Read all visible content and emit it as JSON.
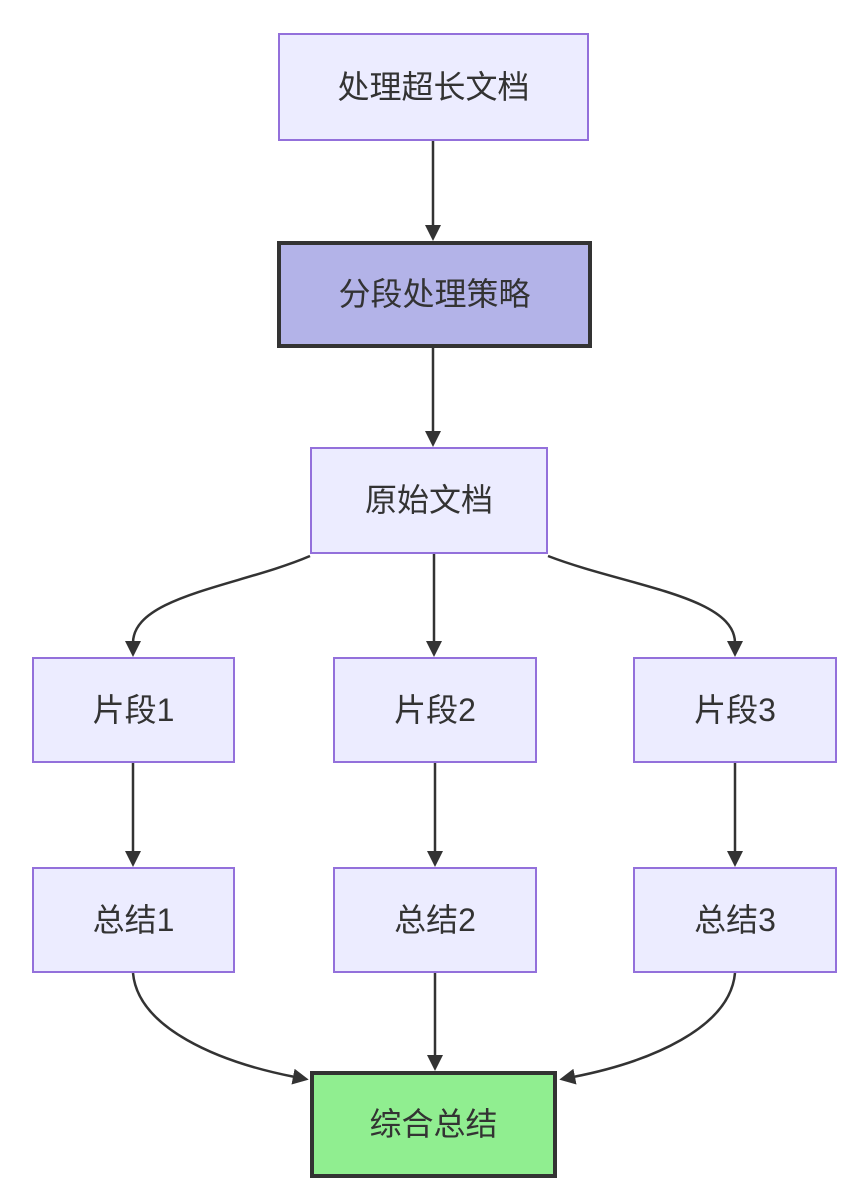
{
  "diagram": {
    "type": "flowchart",
    "direction": "top-down",
    "nodes": [
      {
        "id": "start",
        "label": "处理超长文档",
        "kind": "default"
      },
      {
        "id": "strategy",
        "label": "分段处理策略",
        "kind": "emphasis-purple"
      },
      {
        "id": "doc",
        "label": "原始文档",
        "kind": "default"
      },
      {
        "id": "frag1",
        "label": "片段1",
        "kind": "default"
      },
      {
        "id": "frag2",
        "label": "片段2",
        "kind": "default"
      },
      {
        "id": "frag3",
        "label": "片段3",
        "kind": "default"
      },
      {
        "id": "sum1",
        "label": "总结1",
        "kind": "default"
      },
      {
        "id": "sum2",
        "label": "总结2",
        "kind": "default"
      },
      {
        "id": "sum3",
        "label": "总结3",
        "kind": "default"
      },
      {
        "id": "final",
        "label": "综合总结",
        "kind": "emphasis-green"
      }
    ],
    "edges": [
      {
        "from": "处理超长文档",
        "to": "分段处理策略"
      },
      {
        "from": "分段处理策略",
        "to": "原始文档"
      },
      {
        "from": "原始文档",
        "to": "片段1"
      },
      {
        "from": "原始文档",
        "to": "片段2"
      },
      {
        "from": "原始文档",
        "to": "片段3"
      },
      {
        "from": "片段1",
        "to": "总结1"
      },
      {
        "from": "片段2",
        "to": "总结2"
      },
      {
        "from": "片段3",
        "to": "总结3"
      },
      {
        "from": "总结1",
        "to": "综合总结"
      },
      {
        "from": "总结2",
        "to": "综合总结"
      },
      {
        "from": "总结3",
        "to": "综合总结"
      }
    ],
    "colors": {
      "default_fill": "#ECECFF",
      "default_border": "#9370DB",
      "purple_fill": "#B3B3E8",
      "green_fill": "#90EE90",
      "emphasis_border": "#333333",
      "arrow": "#333333",
      "text": "#333333",
      "background": "#FFFFFF"
    }
  }
}
